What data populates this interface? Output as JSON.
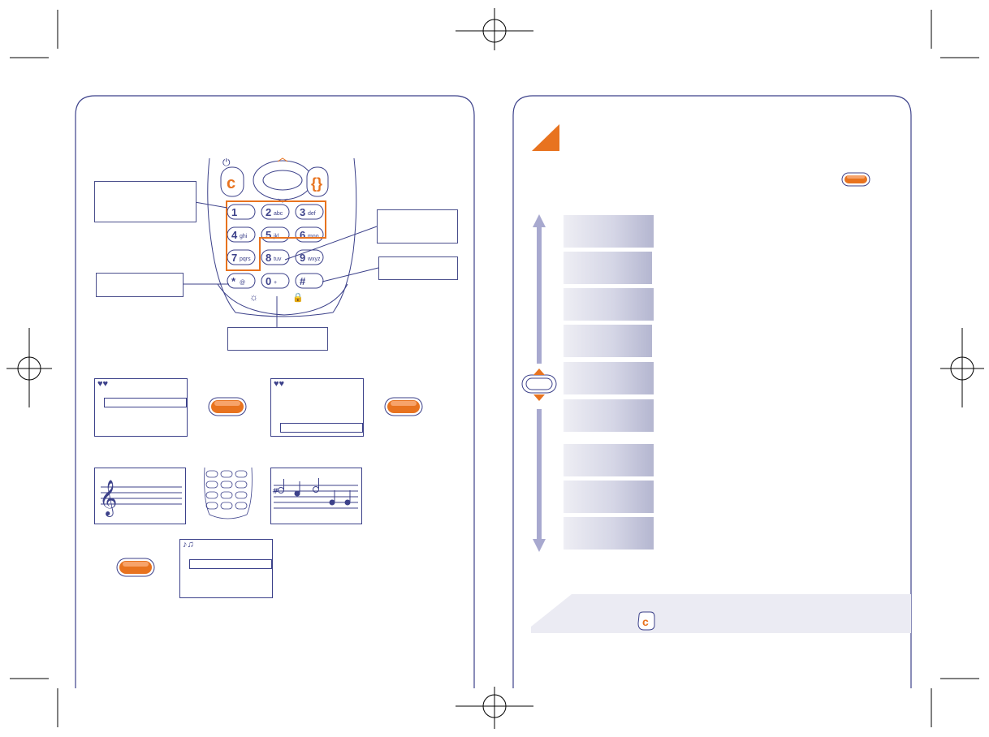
{
  "colors": {
    "frame": "#3c418a",
    "accent": "#e8731f",
    "accent_light": "#f7a36a",
    "bar_dark": "#b4b6d0",
    "note_band": "#ebebf3"
  },
  "keypad": {
    "keys": [
      {
        "digit": "1",
        "letters": "",
        "icon": "voicemail-icon"
      },
      {
        "digit": "2",
        "letters": "abc"
      },
      {
        "digit": "3",
        "letters": "def"
      },
      {
        "digit": "4",
        "letters": "ghi"
      },
      {
        "digit": "5",
        "letters": "jkl"
      },
      {
        "digit": "6",
        "letters": "mno"
      },
      {
        "digit": "7",
        "letters": "pqrs"
      },
      {
        "digit": "8",
        "letters": "tuv"
      },
      {
        "digit": "9",
        "letters": "wxyz"
      },
      {
        "digit": "*",
        "letters": "@"
      },
      {
        "digit": "0",
        "letters": "+"
      },
      {
        "digit": "#",
        "letters": ""
      }
    ],
    "clear_key": "c",
    "power_symbol": "⏻",
    "lock_symbol": "🔒",
    "light_symbol": "☼"
  },
  "icons": {
    "hearts": "hearts-icon",
    "clef": "treble-clef-icon",
    "notes": "music-notes-icon",
    "navigator": "navigator-icon",
    "clear": "clear-key-icon"
  },
  "menu": {
    "bar_count": 9
  }
}
